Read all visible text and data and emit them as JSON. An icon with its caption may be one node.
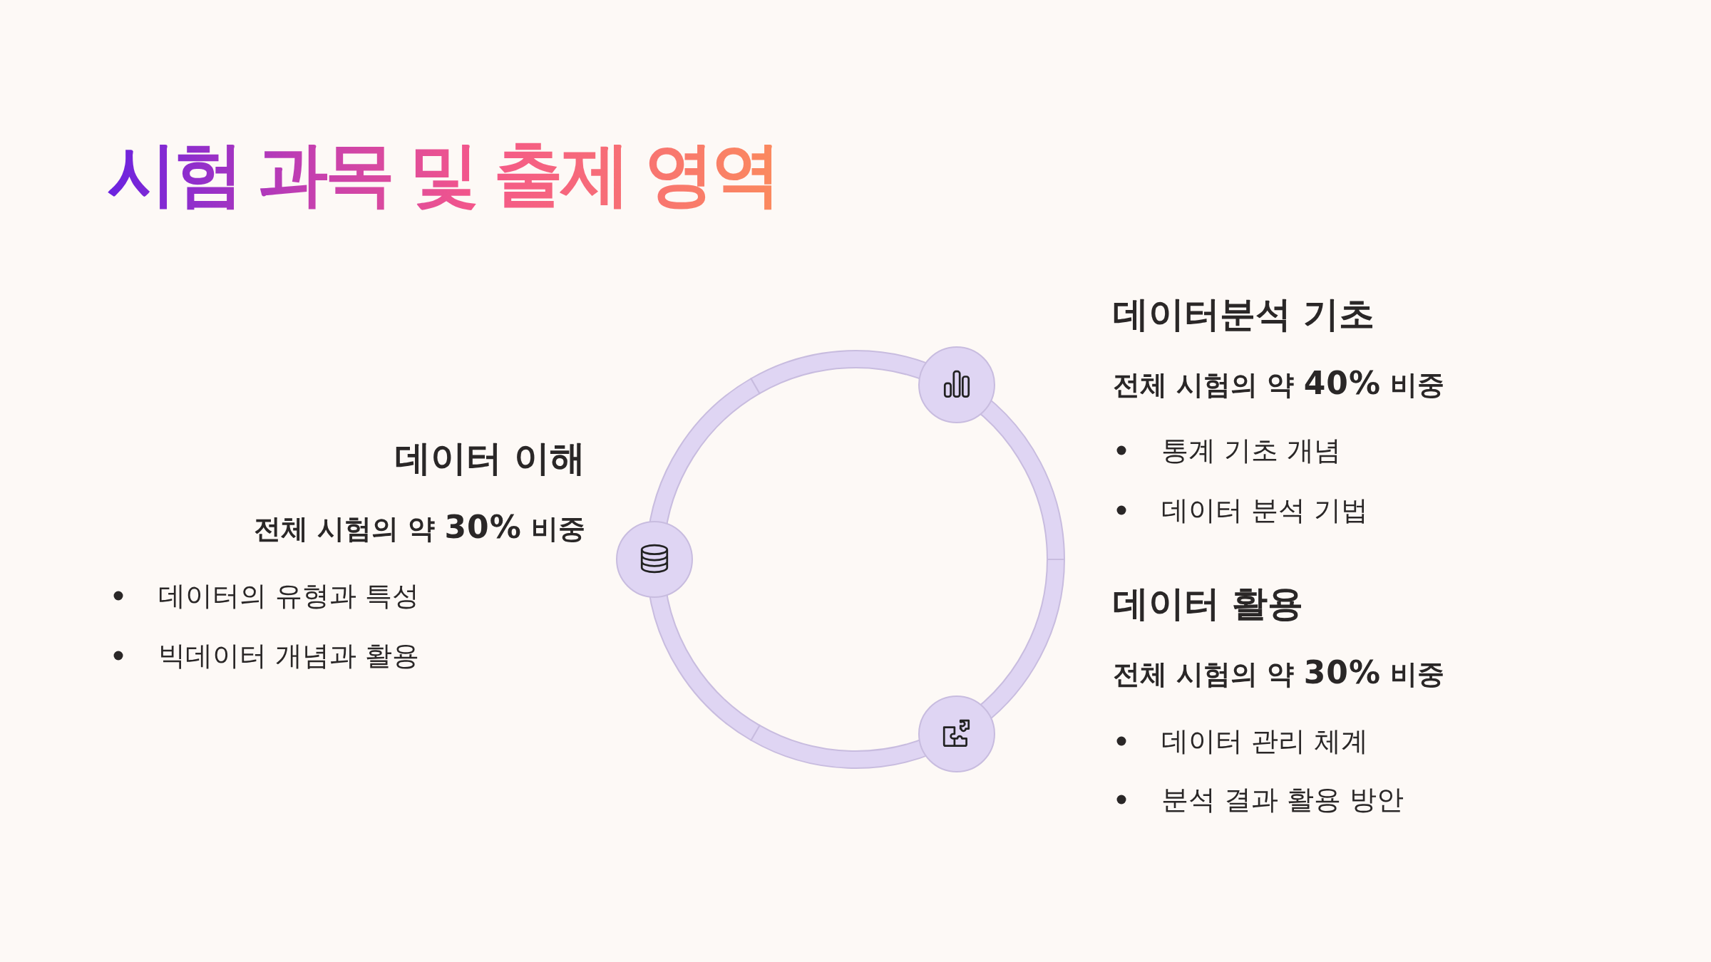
{
  "diagram": {
    "title": "시험 과목 및 출제 영역",
    "nodes": [
      {
        "text": [],
        "shape": "circle"
      },
      {
        "text": [],
        "shape": "circle"
      },
      {
        "text": [],
        "shape": "circle"
      }
    ],
    "labels": [
      "데이터분석 기초",
      "전체 시험의 약 **40%** 비중",
      "통계 기초 개념",
      "데이터 분석 기법",
      "데이터 이해",
      "전체 시험의 약 **30%** 비중",
      "데이터의 유형과 특성",
      "빅데이터 개념과 활용",
      "데이터 활용",
      "전체 시험의 약 **30%** 비중",
      "데이터 관리 체계",
      "분석 결과 활용 방안"
    ]
  }
}
